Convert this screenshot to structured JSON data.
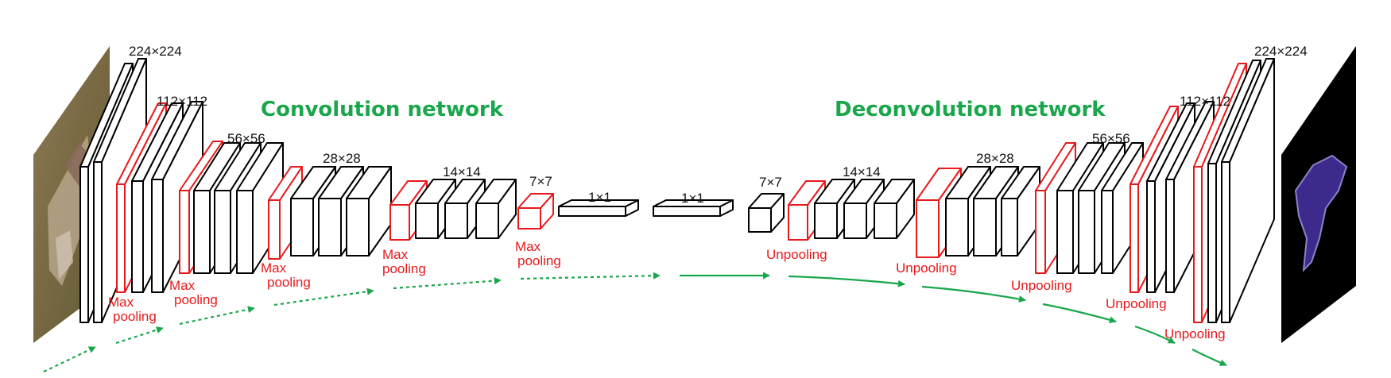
{
  "titles": {
    "convolution": "Convolution network",
    "deconvolution": "Deconvolution network"
  },
  "size_labels": {
    "s224": "224×224",
    "s112": "112×112",
    "s56": "56×56",
    "s28": "28×28",
    "s14": "14×14",
    "s7": "7×7",
    "s1": "1×1"
  },
  "pool_labels": {
    "max": "Max",
    "pooling": "pooling",
    "unpooling": "Unpooling"
  },
  "colors": {
    "layer_stroke": "#000000",
    "pooling_stroke": "#e8191b",
    "arrow": "#1aa64b",
    "mask": "#3d2a8c",
    "mask_background": "#000000"
  },
  "images": {
    "input": "input-photo-dog",
    "output": "segmentation-mask-dog"
  }
}
